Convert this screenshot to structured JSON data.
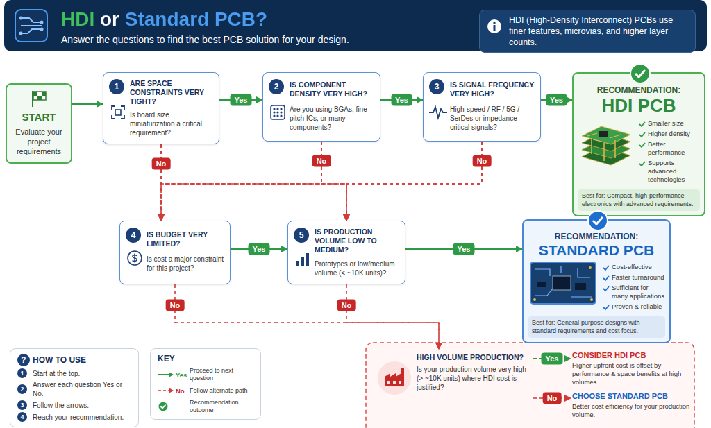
{
  "diagram": {
    "title": "HDI or Standard PCB?",
    "nodes": [
      {
        "text": [
          "HDI (High-Density Interconnect) PCBs use finer features, microvias, and higher layer counts."
        ]
      },
      {
        "text": [
          "START",
          "Evaluate your project requirements"
        ]
      },
      {
        "text": [
          "1",
          "ARE SPACE CONSTRAINTS VERY TIGHT?",
          "Is board size miniaturization a critical requirement?"
        ]
      },
      {
        "text": [
          "2",
          "IS COMPONENT DENSITY VERY HIGH?",
          "Are you using BGAs, fine-pitch ICs, or many components?"
        ]
      },
      {
        "text": [
          "3",
          "IS SIGNAL FREQUENCY VERY HIGH?",
          "High-speed / RF / 5G / SerDes or impedance-critical signals?"
        ]
      },
      {
        "text": [
          "RECOMMENDATION:",
          "HDI PCB",
          "Smaller size",
          "Higher density",
          "Better performance",
          "Supports advanced technologies"
        ]
      },
      {
        "text": [
          "Best for: Compact, high-performance electronics with advanced requirements."
        ],
        "in": 5
      },
      {
        "text": [
          "4",
          "IS BUDGET VERY LIMITED?",
          "Is cost a major constraint for this project?"
        ]
      },
      {
        "text": [
          "5",
          "IS PRODUCTION VOLUME LOW TO MEDIUM?",
          "Prototypes or low/medium volume (< ~10K units)?"
        ]
      },
      {
        "text": [
          "RECOMMENDATION:",
          "STANDARD PCB",
          "Cost-effective",
          "Faster turnaround",
          "Sufficient for many applications",
          "Proven & reliable"
        ]
      },
      {
        "text": [
          "Best for: General-purpose designs with standard requirements and cost focus."
        ],
        "in": 9
      },
      {
        "text": [
          "?",
          "HOW TO USE",
          "1",
          "Start at the top.",
          "2",
          "Answer each question Yes or No.",
          "3",
          "Follow the arrows.",
          "4",
          "Reach your recommendation."
        ]
      },
      {
        "text": [
          "KEY"
        ]
      },
      {
        "text": [
          "HIGH VOLUME PRODUCTION?",
          "Is your production volume very high (> ~10K units) where HDI cost is justified?"
        ]
      },
      {
        "text": [
          "CONSIDER HDI PCB",
          "Higher upfront cost is offset by performance & space benefits at high volumes."
        ]
      },
      {
        "text": [
          "CHOOSE STANDARD PCB",
          "Better cost efficiency for your production volume."
        ]
      }
    ],
    "edges": [
      {
        "from": 1,
        "to": 2,
        "arrow": "to"
      },
      {
        "from": 2,
        "to": 3,
        "label": "Yes",
        "arrow": "to"
      },
      {
        "from": 3,
        "to": 4,
        "label": "Yes",
        "arrow": "to"
      },
      {
        "from": 4,
        "to": 5,
        "label": "Yes",
        "arrow": "to"
      },
      {
        "from": 2,
        "to": 7,
        "label": "No",
        "arrow": "to"
      },
      {
        "from": 2,
        "to": 8,
        "arrow": "to"
      },
      {
        "from": 3,
        "to": 7,
        "arrow": "to"
      },
      {
        "from": 3,
        "to": 8,
        "label": "No",
        "arrow": "to"
      },
      {
        "from": 4,
        "to": 7,
        "arrow": "to"
      },
      {
        "from": 4,
        "to": 8,
        "label": "No",
        "arrow": "to"
      },
      {
        "from": 7,
        "to": 8,
        "label": "Yes",
        "arrow": "to"
      },
      {
        "from": 8,
        "to": 9,
        "label": "Yes",
        "arrow": "to"
      },
      {
        "from": 7,
        "to": 13,
        "label": "No",
        "arrow": "to"
      },
      {
        "from": 8,
        "to": 13,
        "label": "No",
        "arrow": "to"
      },
      {
        "from": 13,
        "to": 14,
        "label": "Yes",
        "arrow": "to"
      },
      {
        "from": 13,
        "to": 15,
        "label": "No",
        "arrow": "to"
      }
    ],
    "labels": [
      "Answer the questions to find the best PCB solution for your design.",
      "Yes",
      "No"
    ],
    "legend": [
      {
        "text": "Proceed to next question"
      },
      {
        "text": "Follow alternate path"
      },
      {
        "text": "Recommendation outcome"
      }
    ]
  }
}
